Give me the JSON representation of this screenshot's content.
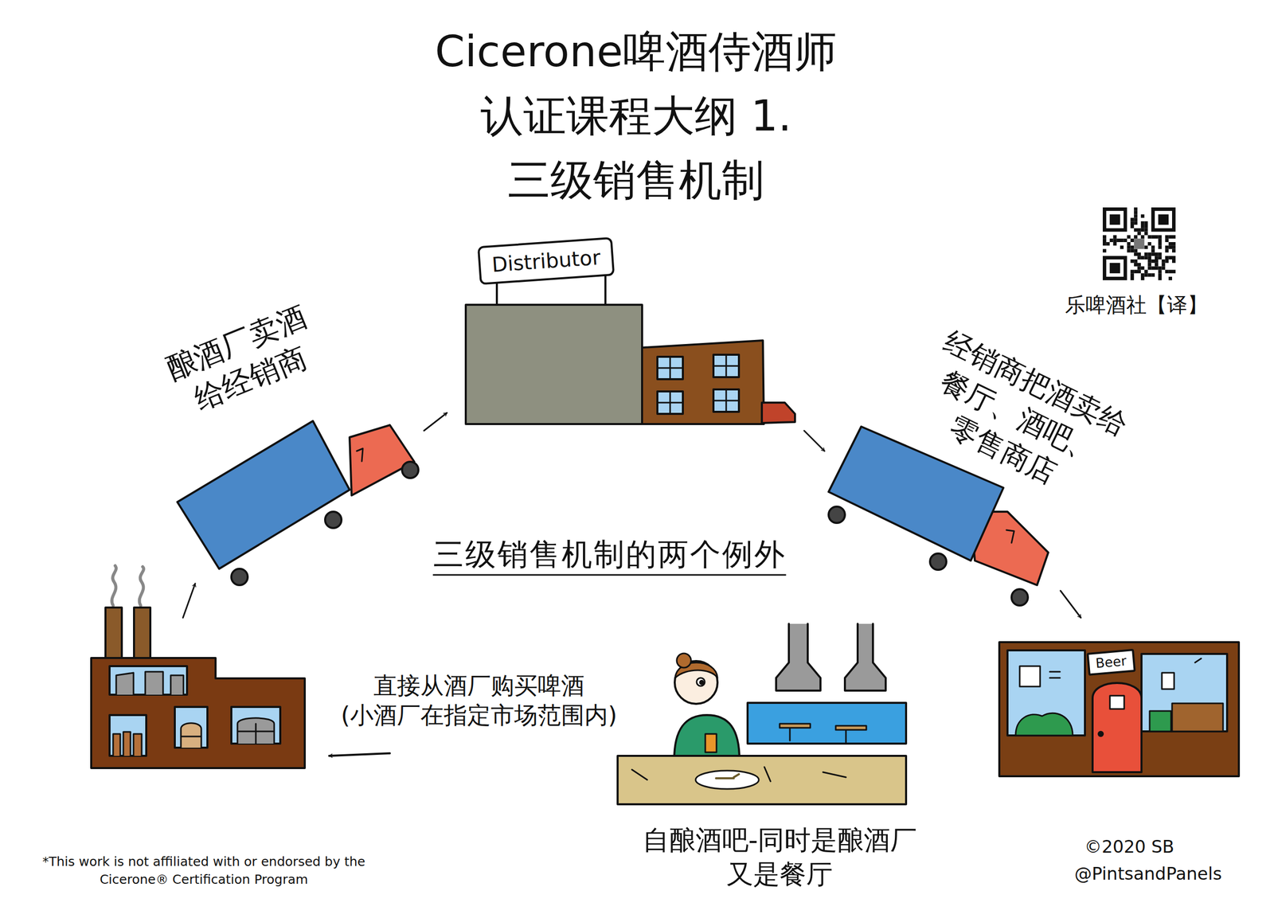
{
  "diagram": {
    "title": "Cicerone啤酒侍酒师 认证课程大纲 1.三级销售机制",
    "nodes": [
      {
        "text": [
          "Distributor"
        ]
      },
      {
        "text": [
          "Beer"
        ]
      }
    ],
    "labels": [
      "酿酒厂卖酒 给经销商",
      "经销商把酒卖给 餐厅、酒吧、零售商店",
      "三级销售机制的两个例外",
      "直接从酒厂购买啤酒 (小酒厂在指定市场范围内)",
      "自酿酒吧-同时是酿酒厂 又是餐厅",
      "乐啤酒社【译】",
      "*This work is not affiliated with or endorsed by the Cicerone® Certification Program",
      "©2020 SB",
      "@PintsandPanels"
    ]
  }
}
